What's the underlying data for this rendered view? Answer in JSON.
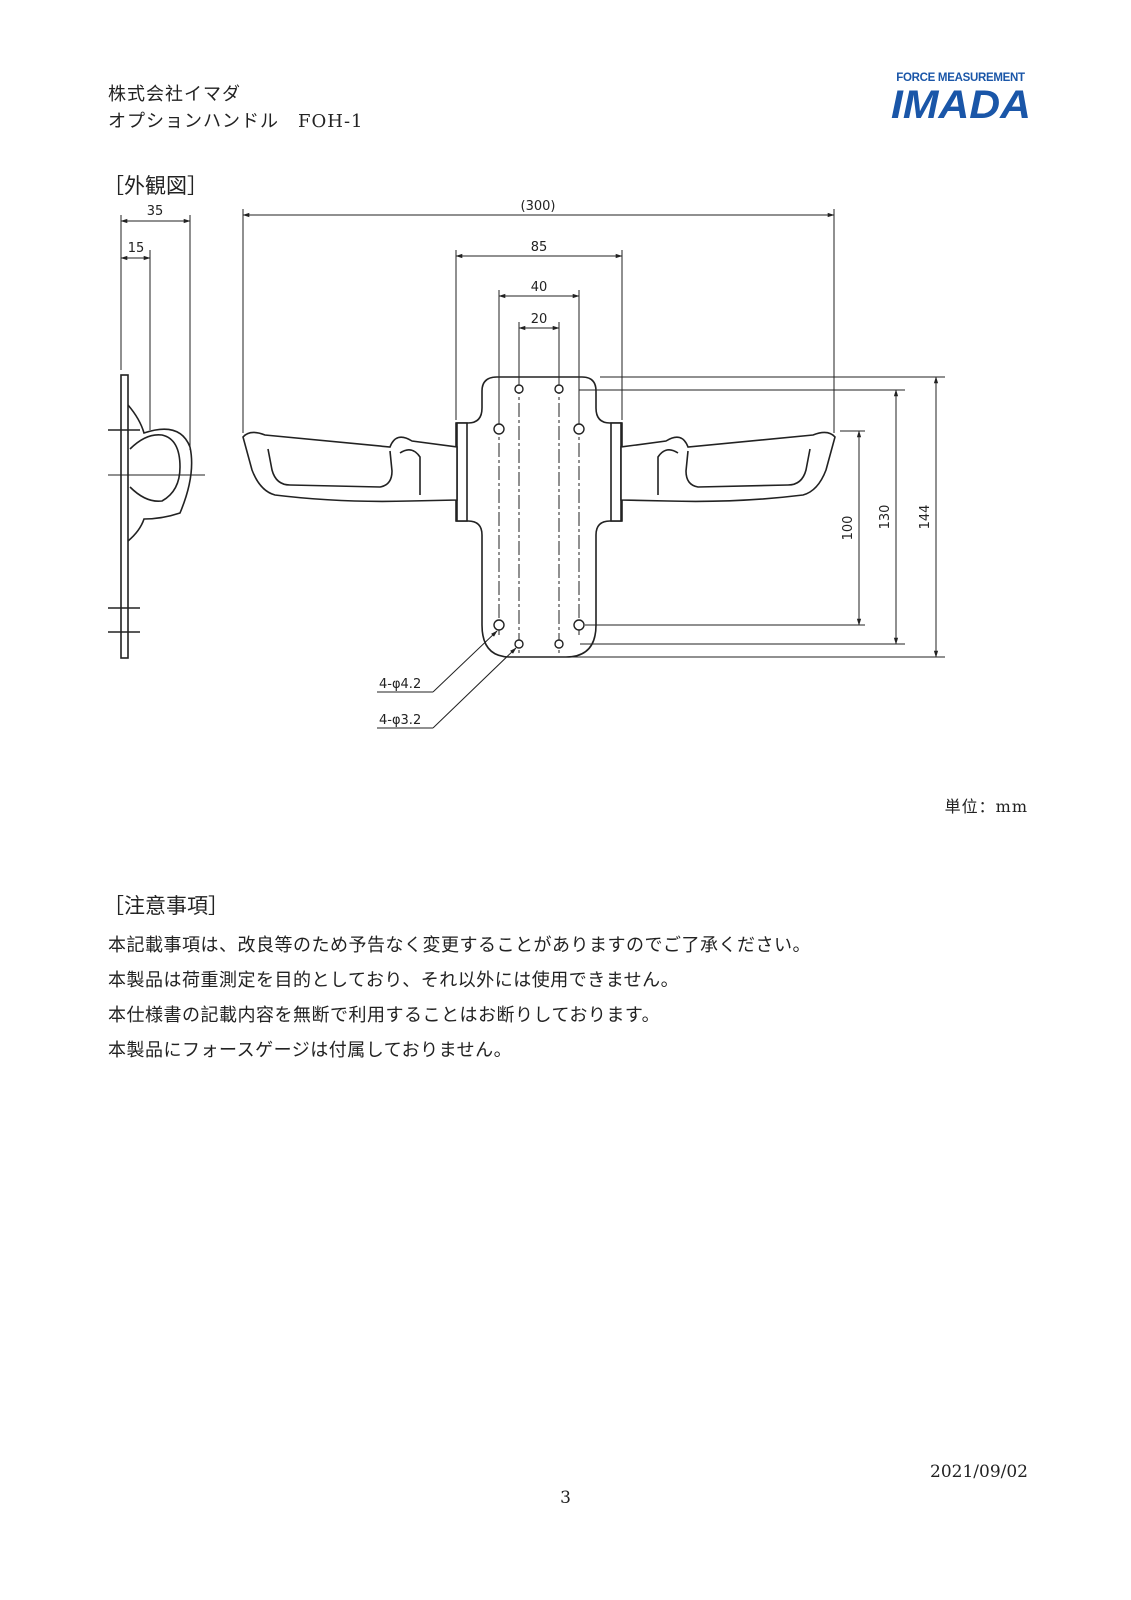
{
  "header": {
    "company": "株式会社イマダ",
    "product": "オプションハンドル　FOH-1"
  },
  "logo": {
    "tagline": "FORCE MEASUREMENT",
    "brand": "IMADA",
    "color": "#1a56a8"
  },
  "drawing": {
    "title": "［外観図］",
    "dimensions": {
      "side_width": "35",
      "side_offset": "15",
      "overall_width": "(300)",
      "grip_span": "85",
      "hole_span_outer": "40",
      "hole_span_inner": "20",
      "height_100": "100",
      "height_130": "130",
      "height_144": "144"
    },
    "callouts": {
      "large_holes": "4-φ4.2",
      "small_holes": "4-φ3.2"
    },
    "unit": "単位：mm"
  },
  "notes": {
    "title": "［注意事項］",
    "items": [
      "本記載事項は、改良等のため予告なく変更することがありますのでご了承ください。",
      "本製品は荷重測定を目的としており、それ以外には使用できません。",
      "本仕様書の記載内容を無断で利用することはお断りしております。",
      "本製品にフォースゲージは付属しておりません。"
    ]
  },
  "footer": {
    "date": "2021/09/02",
    "page": "3"
  }
}
